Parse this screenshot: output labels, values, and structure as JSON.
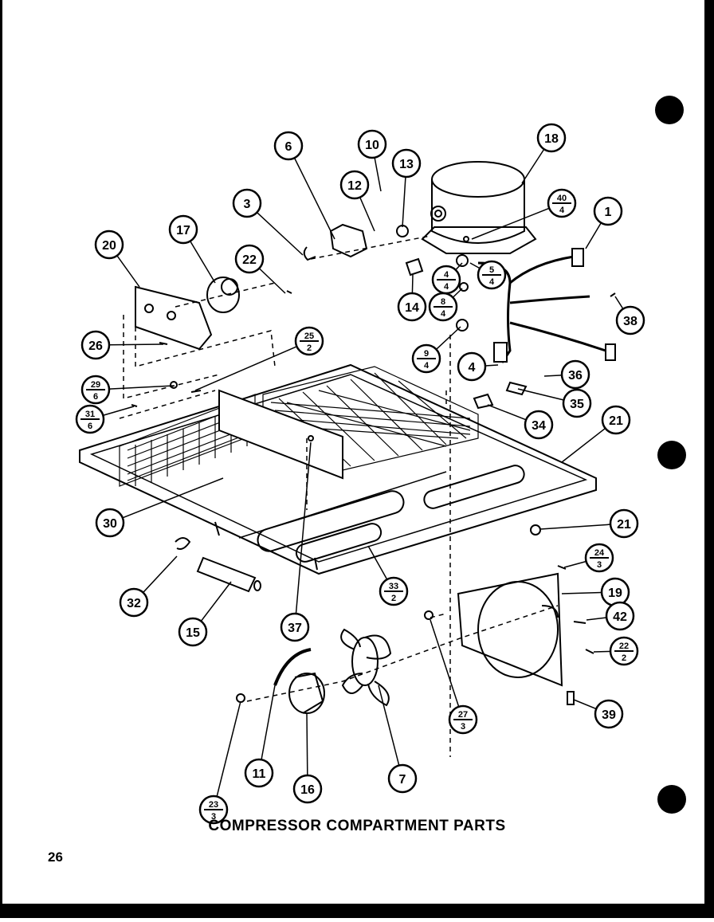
{
  "caption": "COMPRESSOR COMPARTMENT PARTS",
  "page_number": "26",
  "callouts": [
    {
      "id": "c1",
      "label": "1"
    },
    {
      "id": "c3",
      "label": "3"
    },
    {
      "id": "c4a",
      "label": "4"
    },
    {
      "id": "c6",
      "label": "6"
    },
    {
      "id": "c7",
      "label": "7"
    },
    {
      "id": "c10",
      "label": "10"
    },
    {
      "id": "c11",
      "label": "11"
    },
    {
      "id": "c12",
      "label": "12"
    },
    {
      "id": "c13",
      "label": "13"
    },
    {
      "id": "c14",
      "label": "14"
    },
    {
      "id": "c15",
      "label": "15"
    },
    {
      "id": "c16",
      "label": "16"
    },
    {
      "id": "c17",
      "label": "17"
    },
    {
      "id": "c18",
      "label": "18"
    },
    {
      "id": "c19",
      "label": "19"
    },
    {
      "id": "c20",
      "label": "20"
    },
    {
      "id": "c21a",
      "label": "21"
    },
    {
      "id": "c21b",
      "label": "21"
    },
    {
      "id": "c22",
      "label": "22"
    },
    {
      "id": "c26",
      "label": "26"
    },
    {
      "id": "c30",
      "label": "30"
    },
    {
      "id": "c32",
      "label": "32"
    },
    {
      "id": "c34",
      "label": "34"
    },
    {
      "id": "c35",
      "label": "35"
    },
    {
      "id": "c36",
      "label": "36"
    },
    {
      "id": "c37",
      "label": "37"
    },
    {
      "id": "c38",
      "label": "38"
    },
    {
      "id": "c39",
      "label": "39"
    },
    {
      "id": "c42",
      "label": "42"
    }
  ],
  "fraction_callouts": [
    {
      "id": "f40_4",
      "top": "40",
      "bottom": "4"
    },
    {
      "id": "f4_4",
      "top": "4",
      "bottom": "4"
    },
    {
      "id": "f5_4",
      "top": "5",
      "bottom": "4"
    },
    {
      "id": "f8_4",
      "top": "8",
      "bottom": "4"
    },
    {
      "id": "f9_4",
      "top": "9",
      "bottom": "4"
    },
    {
      "id": "f25_2",
      "top": "25",
      "bottom": "2"
    },
    {
      "id": "f29_6",
      "top": "29",
      "bottom": "6"
    },
    {
      "id": "f31_6",
      "top": "31",
      "bottom": "6"
    },
    {
      "id": "f33_2",
      "top": "33",
      "bottom": "2"
    },
    {
      "id": "f24_3",
      "top": "24",
      "bottom": "3"
    },
    {
      "id": "f22_2",
      "top": "22",
      "bottom": "2"
    },
    {
      "id": "f27_3",
      "top": "27",
      "bottom": "3"
    },
    {
      "id": "f23_3",
      "top": "23",
      "bottom": "3"
    }
  ]
}
